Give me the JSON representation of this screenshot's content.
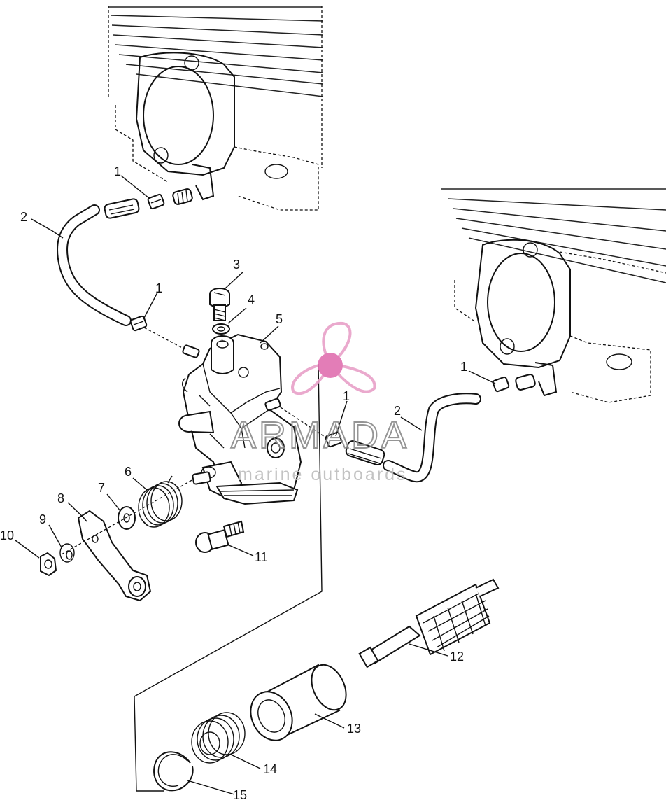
{
  "callouts": [
    {
      "id": "c1a",
      "text": "1"
    },
    {
      "id": "c1b",
      "text": "1"
    },
    {
      "id": "c1c",
      "text": "1"
    },
    {
      "id": "c1d",
      "text": "1"
    },
    {
      "id": "c2a",
      "text": "2"
    },
    {
      "id": "c2b",
      "text": "2"
    },
    {
      "id": "c3",
      "text": "3"
    },
    {
      "id": "c4",
      "text": "4"
    },
    {
      "id": "c5",
      "text": "5"
    },
    {
      "id": "c6",
      "text": "6"
    },
    {
      "id": "c7",
      "text": "7"
    },
    {
      "id": "c8",
      "text": "8"
    },
    {
      "id": "c9",
      "text": "9"
    },
    {
      "id": "c10",
      "text": "10"
    },
    {
      "id": "c11",
      "text": "11"
    },
    {
      "id": "c12",
      "text": "12"
    },
    {
      "id": "c13",
      "text": "13"
    },
    {
      "id": "c14",
      "text": "14"
    },
    {
      "id": "c15",
      "text": "15"
    }
  ],
  "watermark": {
    "title": "ARMADA",
    "subtitle": "marine outboards",
    "logo_color": "#e8a0c8",
    "logo_center_color": "#e070b0"
  }
}
